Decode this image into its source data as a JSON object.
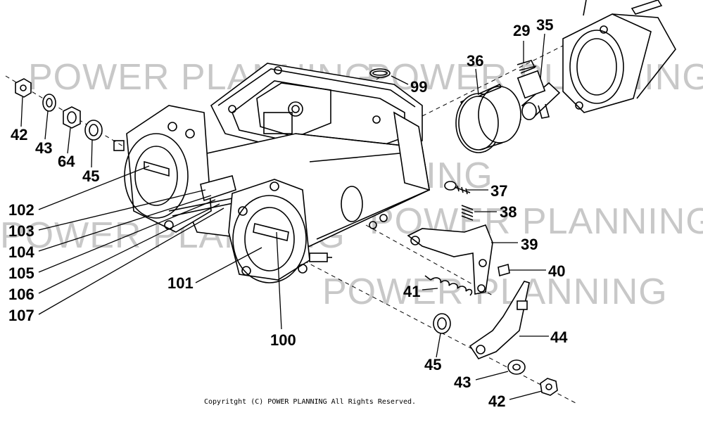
{
  "watermark": {
    "text_1": "POWER PLANNING",
    "text_2": "POWER PLANNING",
    "text_3": "POWER PLANNING",
    "text_4": "POWER PLANNING",
    "text_5": "POWER PLANNING",
    "text_6": "POWER PLANNING"
  },
  "copyright": "Copyritght (C)  POWER PLANNING All Rights Reserved.",
  "callouts": {
    "p42_left": "42",
    "p43_left": "43",
    "p64": "64",
    "p45_left": "45",
    "p102": "102",
    "p103": "103",
    "p104": "104",
    "p105": "105",
    "p106": "106",
    "p107": "107",
    "p101": "101",
    "p100": "100",
    "p99": "99",
    "p36": "36",
    "p29": "29",
    "p35": "35",
    "p37": "37",
    "p38": "38",
    "p39": "39",
    "p40": "40",
    "p41": "41",
    "p44": "44",
    "p45_right": "45",
    "p43_right": "43",
    "p42_right": "42"
  }
}
